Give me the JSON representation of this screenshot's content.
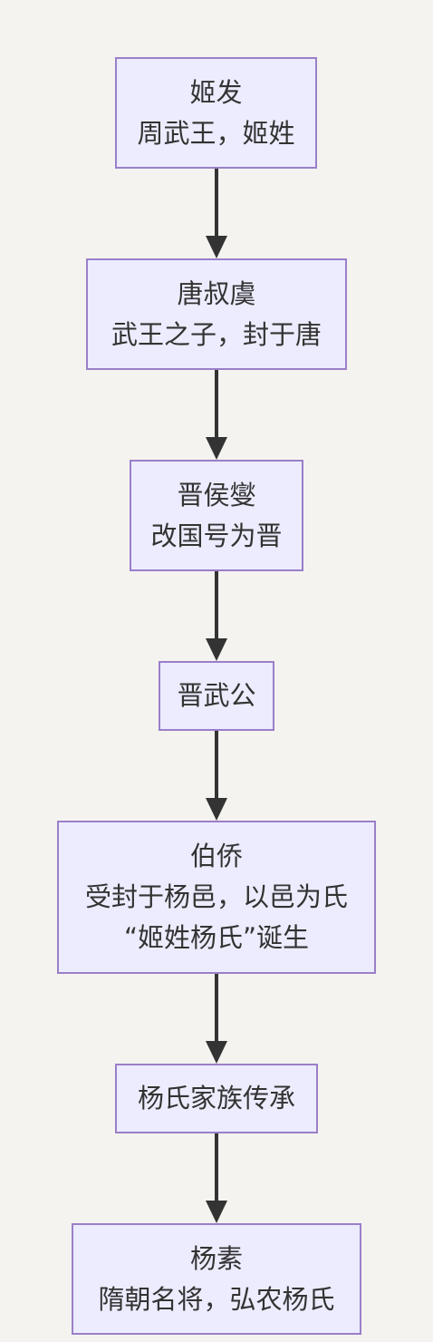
{
  "colors": {
    "background": "#f4f3ef",
    "node_fill": "#ececfe",
    "node_border": "#9a7fc9",
    "text": "#333333",
    "arrow": "#333333"
  },
  "nodes": [
    {
      "lines": [
        "姬发",
        "周武王，姬姓"
      ]
    },
    {
      "lines": [
        "唐叔虞",
        "武王之子，封于唐"
      ]
    },
    {
      "lines": [
        "晋侯燮",
        "改国号为晋"
      ]
    },
    {
      "lines": [
        "晋武公"
      ]
    },
    {
      "lines": [
        "伯侨",
        "受封于杨邑，以邑为氏",
        "“姬姓杨氏”诞生"
      ]
    },
    {
      "lines": [
        "杨氏家族传承"
      ]
    },
    {
      "lines": [
        "杨素",
        "隋朝名将，弘农杨氏"
      ]
    }
  ]
}
